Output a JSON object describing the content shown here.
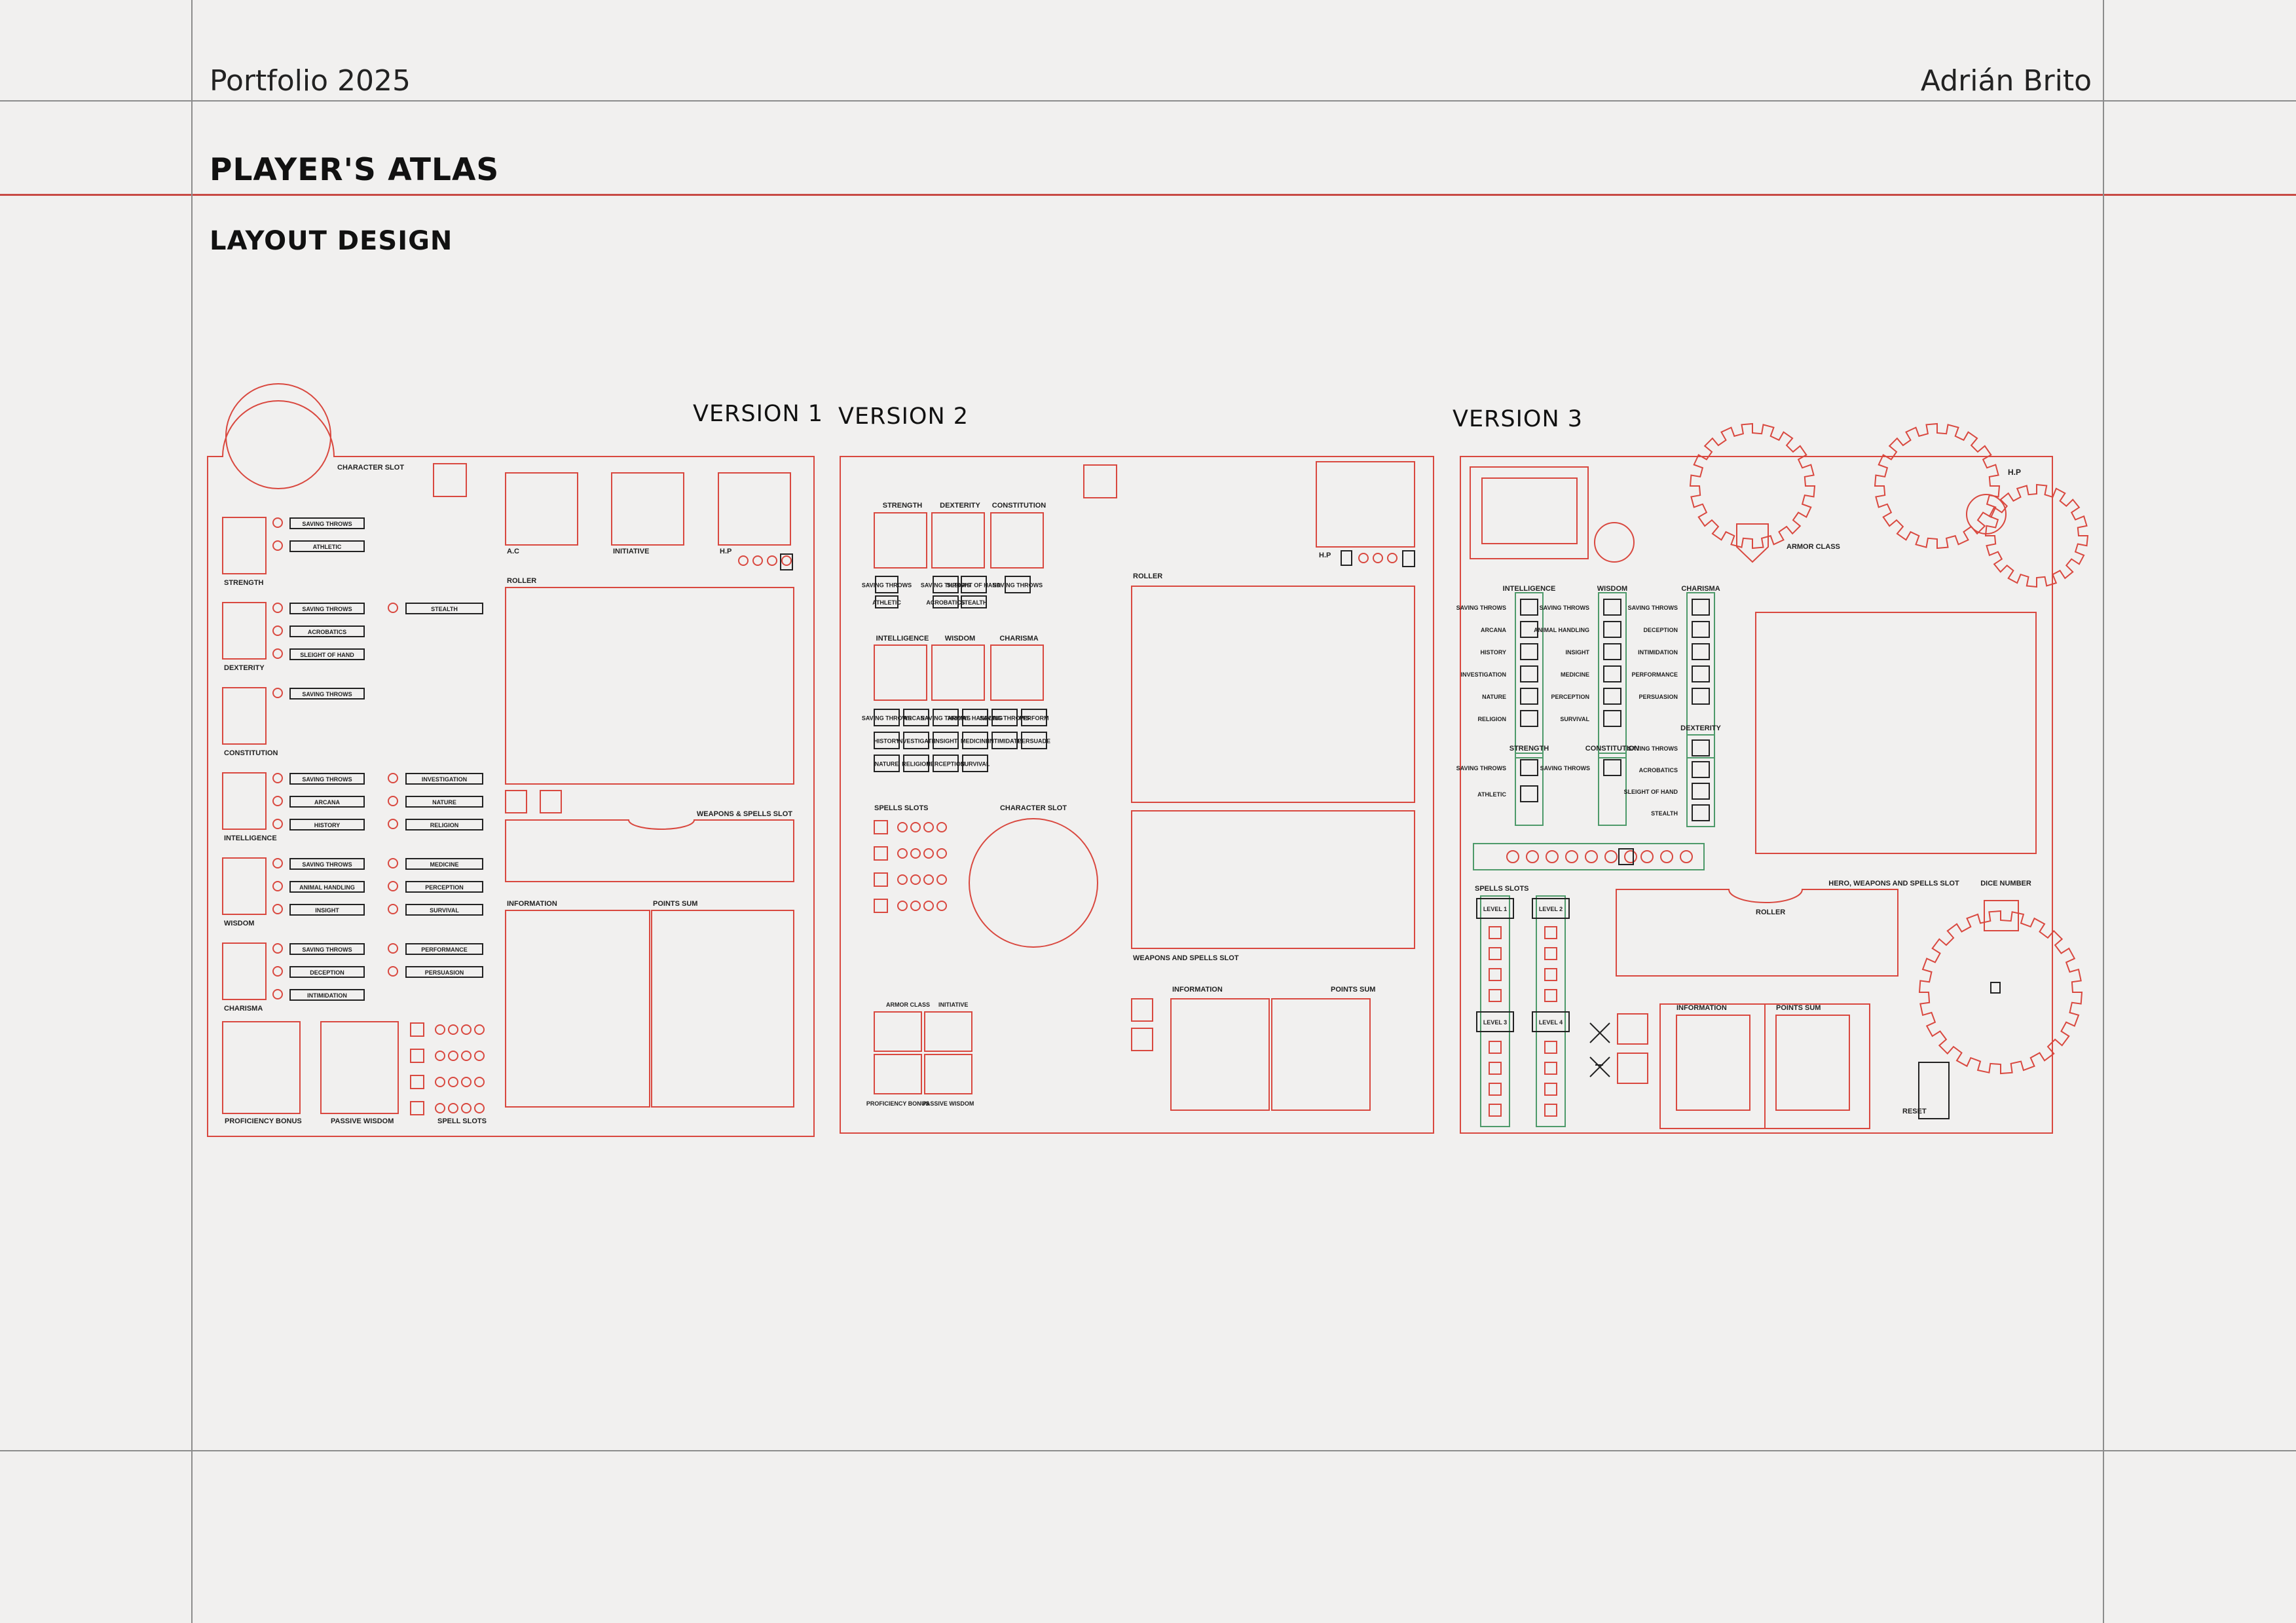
{
  "header": {
    "left": "Portfolio 2025",
    "right": "Adrián Brito"
  },
  "title": "PLAYER'S ATLAS",
  "subtitle": "LAYOUT DESIGN",
  "versions": [
    "VERSION 1",
    "VERSION 2",
    "VERSION 3"
  ],
  "colors": {
    "outline_red": "#d9483f",
    "outline_green": "#4e9a6a",
    "rule": "#8c8c8c",
    "background": "#f1f0ef"
  },
  "v1": {
    "character_slot": "CHARACTER SLOT",
    "ac": "A.C",
    "initiative": "INITIATIVE",
    "hp": "H.P",
    "roller": "ROLLER",
    "weapons": "WEAPONS & SPELLS SLOT",
    "information": "INFORMATION",
    "points_sum": "POINTS SUM",
    "proficiency": "PROFICIENCY BONUS",
    "passive_wisdom": "PASSIVE WISDOM",
    "spell_slots": "SPELL SLOTS",
    "stats": [
      {
        "name": "STRENGTH",
        "skills": [
          "SAVING THROWS",
          "ATHLETIC"
        ],
        "right": []
      },
      {
        "name": "DEXTERITY",
        "skills": [
          "SAVING THROWS",
          "ACROBATICS",
          "SLEIGHT OF HAND"
        ],
        "right": [
          "STEALTH"
        ]
      },
      {
        "name": "CONSTITUTION",
        "skills": [
          "SAVING THROWS"
        ],
        "right": []
      },
      {
        "name": "INTELLIGENCE",
        "skills": [
          "SAVING THROWS",
          "ARCANA",
          "HISTORY"
        ],
        "right": [
          "INVESTIGATION",
          "NATURE",
          "RELIGION"
        ]
      },
      {
        "name": "WISDOM",
        "skills": [
          "SAVING THROWS",
          "ANIMAL HANDLING",
          "INSIGHT"
        ],
        "right": [
          "MEDICINE",
          "PERCEPTION",
          "SURVIVAL"
        ]
      },
      {
        "name": "CHARISMA",
        "skills": [
          "SAVING THROWS",
          "DECEPTION",
          "INTIMIDATION"
        ],
        "right": [
          "PERFORMANCE",
          "PERSUASION"
        ]
      }
    ]
  },
  "v2": {
    "top_stats": [
      "STRENGTH",
      "DEXTERITY",
      "CONSTITUTION"
    ],
    "top_tags": [
      [
        "SAVING THROWS",
        "ATHLETIC"
      ],
      [
        "SAVING THROWS",
        "ACROBATICS"
      ],
      [
        "SLEIGHT OF HAND",
        "STEALTH"
      ],
      [
        "SAVING THROWS"
      ]
    ],
    "mid_stats": [
      "INTELLIGENCE",
      "WISDOM",
      "CHARISMA"
    ],
    "mid_tags": [
      [
        "SAVING THROWS",
        "ARCANA",
        "SAVING THROWS",
        "ANIMAL HANDLING",
        "SAVING THROWS",
        "PERFORM"
      ],
      [
        "HISTORY",
        "INVESTIGATE",
        "INSIGHT",
        "MEDICINE",
        "INTIMIDATE",
        "PERSUADE"
      ],
      [
        "NATURE",
        "RELIGION",
        "PERCEPTION",
        "SURVIVAL"
      ]
    ],
    "spells_slots": "SPELLS SLOTS",
    "character_slot": "CHARACTER SLOT",
    "armor_class": "ARMOR CLASS",
    "initiative": "INITIATIVE",
    "proficiency": "PROFICIENCY BONUS",
    "passive": "PASSIVE WISDOM",
    "roller": "ROLLER",
    "hp": "H.P",
    "weapons": "WEAPONS AND SPELLS SLOT",
    "information": "INFORMATION",
    "points_sum": "POINTS SUM"
  },
  "v3": {
    "hp": "H.P",
    "armor_class": "ARMOR CLASS",
    "roller": "ROLLER",
    "columns": [
      {
        "name": "INTELLIGENCE",
        "items": [
          "SAVING THROWS",
          "ARCANA",
          "HISTORY",
          "INVESTIGATION",
          "NATURE",
          "RELIGION"
        ]
      },
      {
        "name": "WISDOM",
        "items": [
          "SAVING THROWS",
          "ANIMAL HANDLING",
          "INSIGHT",
          "MEDICINE",
          "PERCEPTION",
          "SURVIVAL"
        ]
      },
      {
        "name": "CHARISMA",
        "items": [
          "SAVING THROWS",
          "DECEPTION",
          "INTIMIDATION",
          "PERFORMANCE",
          "PERSUASION"
        ]
      }
    ],
    "strength": {
      "name": "STRENGTH",
      "items": [
        "SAVING THROWS",
        "ATHLETIC"
      ]
    },
    "constitution": {
      "name": "CONSTITUTION",
      "items": [
        "SAVING THROWS"
      ]
    },
    "dexterity": {
      "name": "DEXTERITY",
      "items": [
        "SAVING THROWS",
        "ACROBATICS",
        "SLEIGHT OF HAND",
        "STEALTH"
      ]
    },
    "spells_slots": "SPELLS SLOTS",
    "levels": [
      "LEVEL 1",
      "LEVEL 2",
      "LEVEL 3",
      "LEVEL 4"
    ],
    "hero": "HERO, WEAPONS AND SPELLS SLOT",
    "dice": "DICE NUMBER",
    "information": "INFORMATION",
    "points_sum": "POINTS SUM",
    "reset": "RESET"
  }
}
